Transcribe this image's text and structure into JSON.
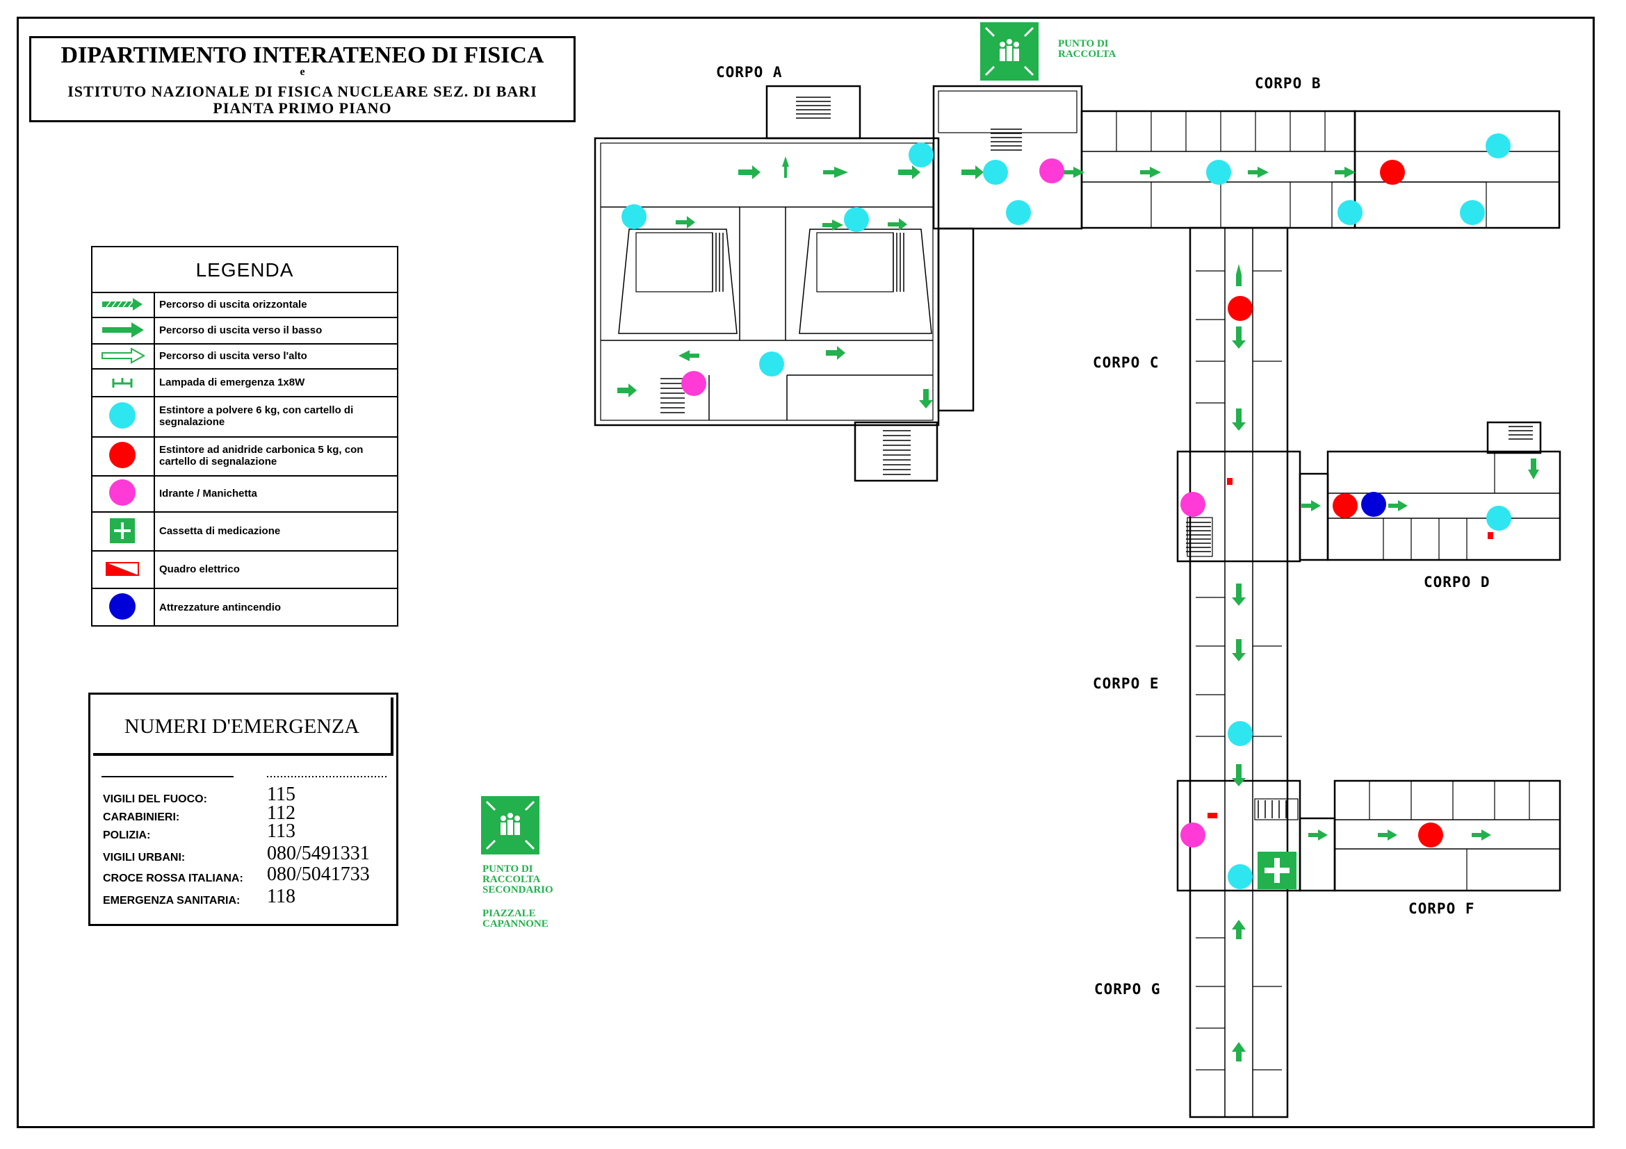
{
  "header": {
    "line1": "DIPARTIMENTO INTERATENEO DI  FISICA",
    "line2": "e",
    "line3": "ISTITUTO  NAZIONALE  DI  FISICA  NUCLEARE  SEZ. DI BARI",
    "line4": "PIANTA  PRIMO  PIANO"
  },
  "legend": {
    "title": "LEGENDA",
    "items": [
      {
        "symbol": "hatched-arrow-icon",
        "label": "Percorso di uscita orizzontale"
      },
      {
        "symbol": "solid-arrow-icon",
        "label": "Percorso di uscita verso il basso"
      },
      {
        "symbol": "outline-arrow-icon",
        "label": "Percorso di uscita verso l'alto"
      },
      {
        "symbol": "emergency-lamp-icon",
        "label": "Lampada di emergenza 1x8W"
      },
      {
        "symbol": "cyan-dot",
        "color": "#2ee6f0",
        "label": "Estintore a polvere 6 kg, con cartello di segnalazione"
      },
      {
        "symbol": "red-dot",
        "color": "#ff0000",
        "label": "Estintore ad anidride carbonica 5 kg, con cartello di segnalazione"
      },
      {
        "symbol": "magenta-dot",
        "color": "#ff3ad6",
        "label": "Idrante / Manichetta"
      },
      {
        "symbol": "first-aid-icon",
        "color": "#22b14c",
        "label": "Cassetta di medicazione"
      },
      {
        "symbol": "electric-panel-icon",
        "color": "#ff0000",
        "label": "Quadro elettrico"
      },
      {
        "symbol": "blue-dot",
        "color": "#0000d8",
        "label": "Attrezzature antincendio"
      }
    ]
  },
  "emergency": {
    "title": "NUMERI  D'EMERGENZA",
    "entries": [
      {
        "label": "VIGILI  DEL  FUOCO:",
        "number": "115"
      },
      {
        "label": "CARABINIERI:",
        "number": "112"
      },
      {
        "label": "POLIZIA:",
        "number": "113"
      },
      {
        "label": "VIGILI  URBANI:",
        "number": "080/5491331"
      },
      {
        "label": "CROCE  ROSSA  ITALIANA:",
        "number": "080/5041733"
      },
      {
        "label": "EMERGENZA  SANITARIA:",
        "number": "118"
      }
    ]
  },
  "wings": {
    "a": "CORPO  A",
    "b": "CORPO  B",
    "c": "CORPO  C",
    "d": "CORPO  D",
    "e": "CORPO  E",
    "f": "CORPO  F",
    "g": "CORPO  G"
  },
  "assembly_points": {
    "primary": {
      "line1": "PUNTO  DI",
      "line2": "RACCOLTA",
      "icon": "assembly-point-icon"
    },
    "secondary": {
      "line1": "PUNTO  DI",
      "line2": "RACCOLTA",
      "line3": "SECONDARIO",
      "place1": "PIAZZALE",
      "place2": "CAPANNONE",
      "icon": "assembly-point-icon"
    }
  },
  "colors": {
    "route_green": "#22b14c",
    "powder_extinguisher": "#2ee6f0",
    "co2_extinguisher": "#ff0000",
    "hydrant": "#ff3ad6",
    "firefighting_equipment": "#0000d8"
  }
}
